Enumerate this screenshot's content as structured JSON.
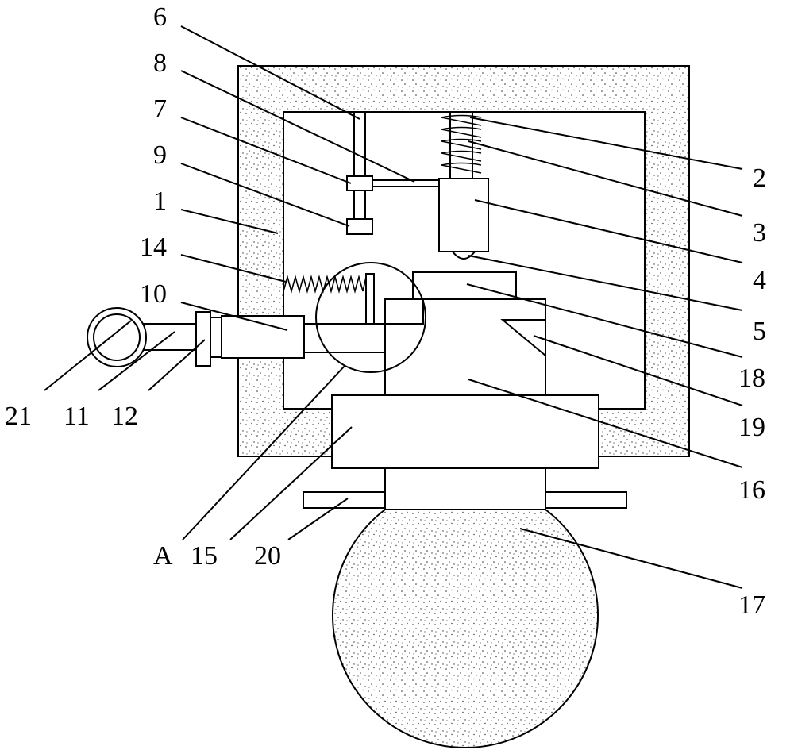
{
  "figure": {
    "labels": [
      {
        "id": "label-6",
        "text": "6"
      },
      {
        "id": "label-8",
        "text": "8"
      },
      {
        "id": "label-7",
        "text": "7"
      },
      {
        "id": "label-9",
        "text": "9"
      },
      {
        "id": "label-1",
        "text": "1"
      },
      {
        "id": "label-14",
        "text": "14"
      },
      {
        "id": "label-10",
        "text": "10"
      },
      {
        "id": "label-21",
        "text": "21"
      },
      {
        "id": "label-11",
        "text": "11"
      },
      {
        "id": "label-12",
        "text": "12"
      },
      {
        "id": "label-a",
        "text": "A"
      },
      {
        "id": "label-15",
        "text": "15"
      },
      {
        "id": "label-20",
        "text": "20"
      },
      {
        "id": "label-2",
        "text": "2"
      },
      {
        "id": "label-3",
        "text": "3"
      },
      {
        "id": "label-4",
        "text": "4"
      },
      {
        "id": "label-5",
        "text": "5"
      },
      {
        "id": "label-18",
        "text": "18"
      },
      {
        "id": "label-19",
        "text": "19"
      },
      {
        "id": "label-16",
        "text": "16"
      },
      {
        "id": "label-17",
        "text": "17"
      }
    ]
  }
}
